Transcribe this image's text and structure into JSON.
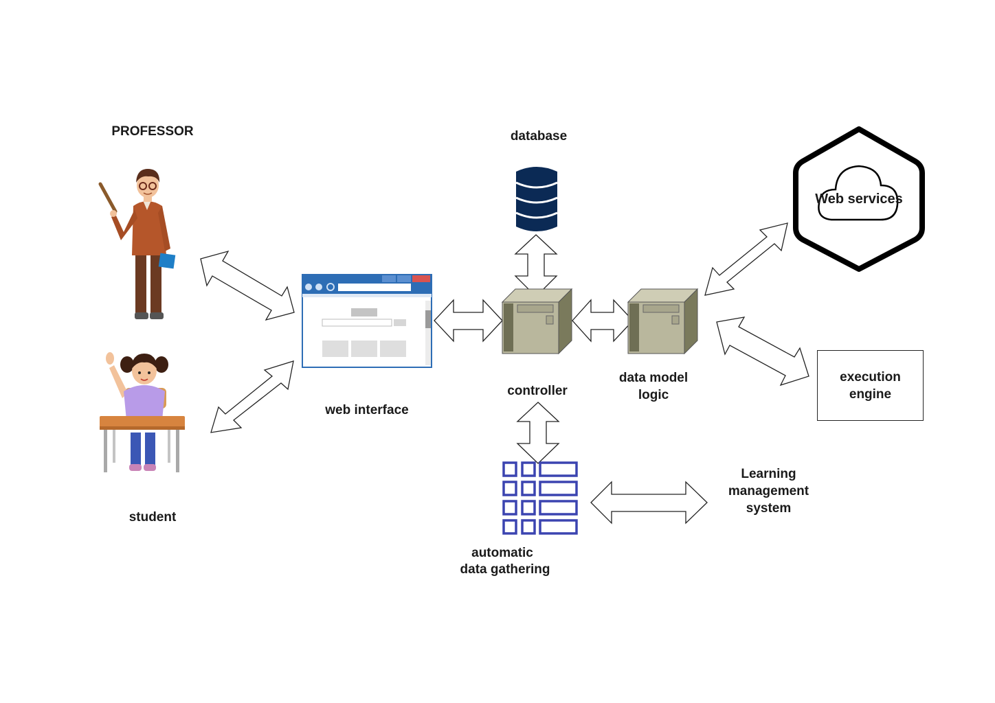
{
  "nodes": {
    "professor": {
      "label": "PROFESSOR",
      "icon": "professor-icon"
    },
    "student": {
      "label": "student",
      "icon": "student-icon"
    },
    "web_interface": {
      "label": "web interface",
      "icon": "browser-window-icon"
    },
    "database": {
      "label": "database",
      "icon": "database-icon",
      "color": "#0b2a55"
    },
    "controller": {
      "label": "controller",
      "icon": "server-icon"
    },
    "data_model_logic": {
      "lines": [
        "data model",
        "logic"
      ],
      "icon": "server-icon"
    },
    "web_services": {
      "label": "Web services",
      "icon": "cloud-hexagon-icon"
    },
    "execution_engine": {
      "lines": [
        "execution",
        "engine"
      ]
    },
    "automatic_data_gathering": {
      "lines": [
        "automatic",
        "data gathering"
      ],
      "icon": "table-grid-icon",
      "color": "#3b44b0"
    },
    "learning_management_system": {
      "lines": [
        "Learning",
        "management",
        "system"
      ]
    }
  },
  "colors": {
    "server_body": "#b9b79d",
    "server_dark": "#7a7a5c",
    "arrow_stroke": "#222222"
  }
}
